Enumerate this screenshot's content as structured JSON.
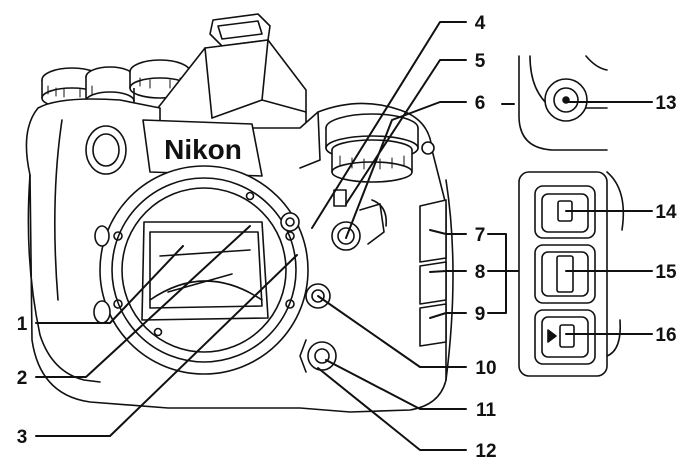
{
  "diagram": {
    "brand": "Nikon",
    "callouts": [
      {
        "id": "1",
        "label": "1"
      },
      {
        "id": "2",
        "label": "2"
      },
      {
        "id": "3",
        "label": "3"
      },
      {
        "id": "4",
        "label": "4"
      },
      {
        "id": "5",
        "label": "5"
      },
      {
        "id": "6",
        "label": "6"
      },
      {
        "id": "7",
        "label": "7"
      },
      {
        "id": "8",
        "label": "8"
      },
      {
        "id": "9",
        "label": "9"
      },
      {
        "id": "10",
        "label": "10"
      },
      {
        "id": "11",
        "label": "11"
      },
      {
        "id": "12",
        "label": "12"
      },
      {
        "id": "13",
        "label": "13"
      },
      {
        "id": "14",
        "label": "14"
      },
      {
        "id": "15",
        "label": "15"
      },
      {
        "id": "16",
        "label": "16"
      }
    ]
  },
  "colors": {
    "line": "#111111",
    "body_fill": "#ffffff",
    "background": "#ffffff"
  }
}
